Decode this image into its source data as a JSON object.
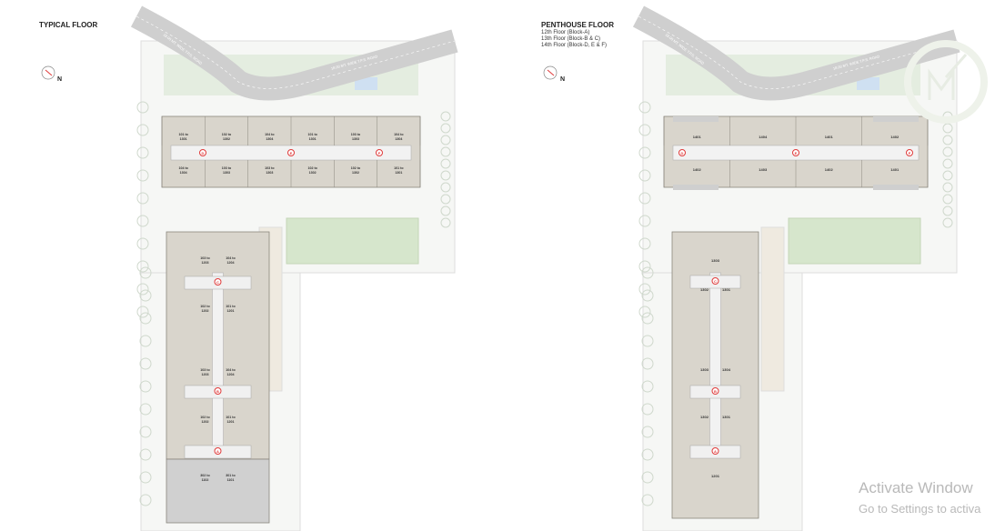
{
  "typical": {
    "title": "TYPICAL FLOOR",
    "north": "N",
    "road_label": "18.00 MT. WIDE T.P.S. ROAD",
    "top_wing_units_row1": [
      "101 to 1301",
      "102 to 1302",
      "104 to 1304",
      "101 to 1301",
      "103 to 1303",
      "104 to 1304"
    ],
    "top_wing_units_row2": [
      "104 to 1304",
      "103 to 1303",
      "103 to 1303",
      "102 to 1302",
      "102 to 1302",
      "101 to 1301"
    ],
    "top_blocks": [
      "D",
      "E",
      "F"
    ],
    "vertical_units": [
      "103 to 1203",
      "104 to 1204",
      "102 to 1202",
      "101 to 1201",
      "103 to 1203",
      "104 to 1204",
      "102 to 1202",
      "101 to 1201",
      "302 to 1102",
      "301 to 1101"
    ],
    "vertical_blocks": [
      "C",
      "B",
      "A"
    ]
  },
  "penthouse": {
    "title": "PENTHOUSE FLOOR",
    "lines": [
      "12th Floor (Block-A)",
      "13th Floor (Block-B & C)",
      "14th Floor (Block-D, E & F)"
    ],
    "north": "N",
    "road_label": "18.00 MT. WIDE T.P.S. ROAD",
    "top_wing_units_row1": [
      "1401",
      "1404",
      "1401",
      "1402"
    ],
    "top_wing_units_row2": [
      "1402",
      "1403",
      "1402",
      "1401"
    ],
    "top_blocks": [
      "D",
      "E",
      "F"
    ],
    "vertical_units": [
      "1303",
      "1302",
      "1301",
      "1303",
      "1304",
      "1302",
      "1301",
      "1201"
    ],
    "vertical_blocks": [
      "C",
      "B",
      "A"
    ]
  },
  "os_watermark": {
    "line1": "Activate Window",
    "line2": "Go to Settings to activa"
  },
  "colors": {
    "road": "#cfcfcf",
    "unit": "#d9d5cc",
    "wall": "#8a867e",
    "garden": "#d6e6cc",
    "marker": "#e03a3a"
  }
}
